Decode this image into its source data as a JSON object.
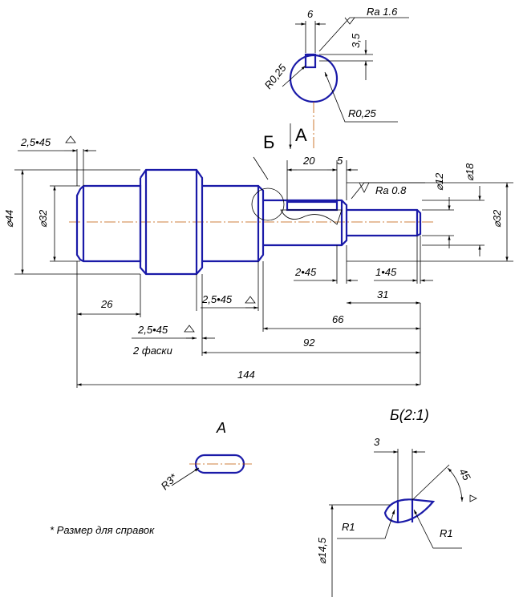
{
  "drawing": {
    "section_top": {
      "width": "6",
      "depth": "3,5",
      "roughness": "Ra 1.6",
      "radius_left": "R0,25",
      "radius_right": "R0,25",
      "section_label": "А",
      "detail_label": "Б"
    },
    "main_view": {
      "dia_left": "⌀44",
      "dia_left_inner": "⌀32",
      "dia_right_outer": "⌀18",
      "dia_right_thread": "⌀12",
      "dia_right_inner": "⌀32",
      "keyway_length": "20",
      "keyway_offset": "5",
      "roughness": "Ra 0.8",
      "chamfer_left": "2,5•45",
      "chamfer_mid": "2,5•45",
      "chamfer_low": "2,5•45",
      "chamfer_note": "2 фаски",
      "chamfer_right_a": "2•45",
      "chamfer_right_b": "1•45",
      "len_26": "26",
      "len_31": "31",
      "len_66": "66",
      "len_92": "92",
      "len_144": "144"
    },
    "view_a": {
      "title": "А",
      "radius": "R3*"
    },
    "detail_b": {
      "title": "Б(2:1)",
      "width": "3",
      "angle": "45",
      "radius_left": "R1",
      "radius_right": "R1",
      "diameter": "⌀14,5"
    },
    "note": "*  Размер для справок"
  }
}
